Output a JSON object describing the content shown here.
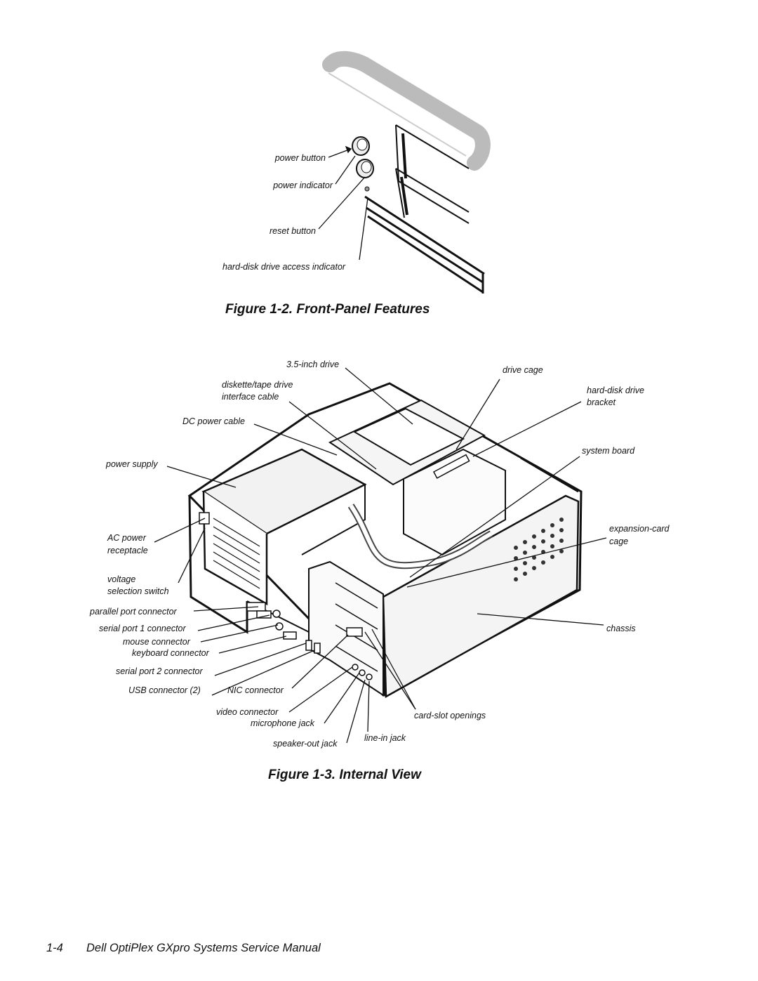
{
  "figure_2": {
    "caption": "Figure 1-2.  Front-Panel Features",
    "labels": {
      "power_button": "power button",
      "power_indicator": "power indicator",
      "reset_button": "reset button",
      "hdd_indicator": "hard-disk drive access indicator"
    }
  },
  "figure_3": {
    "caption": "Figure 1-3.  Internal View",
    "labels": {
      "drive_35": "3.5-inch drive",
      "diskette_cable_1": "diskette/tape drive",
      "diskette_cable_2": "interface cable",
      "dc_power_cable": "DC power cable",
      "power_supply": "power supply",
      "ac_power_1": "AC power",
      "ac_power_2": "receptacle",
      "voltage_1": "voltage",
      "voltage_2": "selection switch",
      "parallel_port": "parallel port connector",
      "serial_port_1": "serial port 1 connector",
      "mouse_connector": "mouse connector",
      "keyboard_connector": "keyboard connector",
      "serial_port_2": "serial port 2 connector",
      "usb_connector": "USB connector (2)",
      "nic_connector": "NIC connector",
      "video_connector": "video connector",
      "microphone_jack": "microphone jack",
      "speaker_out_jack": "speaker-out jack",
      "line_in_jack": "line-in jack",
      "card_slot_openings": "card-slot openings",
      "drive_cage": "drive cage",
      "hdd_bracket_1": "hard-disk drive",
      "hdd_bracket_2": "bracket",
      "system_board": "system board",
      "expansion_cage_1": "expansion-card",
      "expansion_cage_2": "cage",
      "chassis": "chassis"
    }
  },
  "footer": {
    "page_number": "1-4",
    "manual_title": "Dell OptiPlex GXpro Systems Service Manual"
  }
}
